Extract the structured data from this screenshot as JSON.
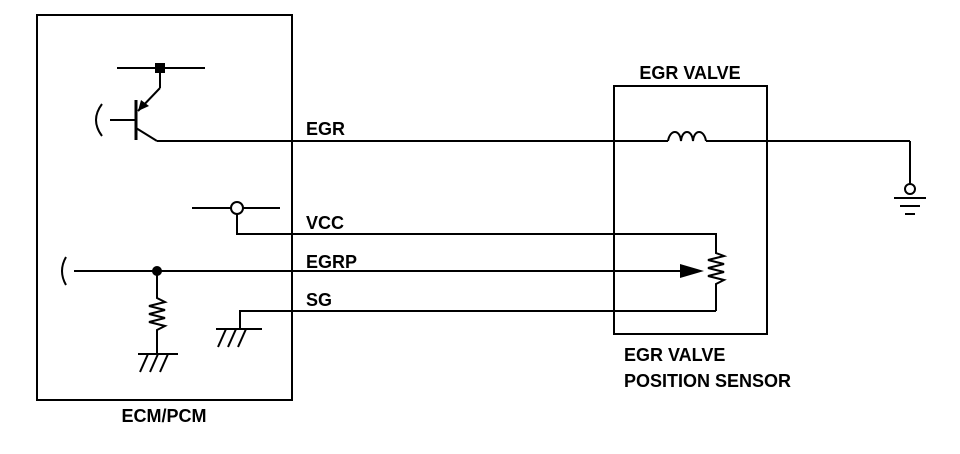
{
  "labels": {
    "module": "ECM/PCM",
    "valve": "EGR VALVE",
    "sensor_line1": "EGR VALVE",
    "sensor_line2": "POSITION SENSOR"
  },
  "wires": {
    "egr": "EGR",
    "vcc": "VCC",
    "egrp": "EGRP",
    "sg": "SG"
  },
  "colors": {
    "ink": "#000000",
    "background": "#ffffff"
  }
}
